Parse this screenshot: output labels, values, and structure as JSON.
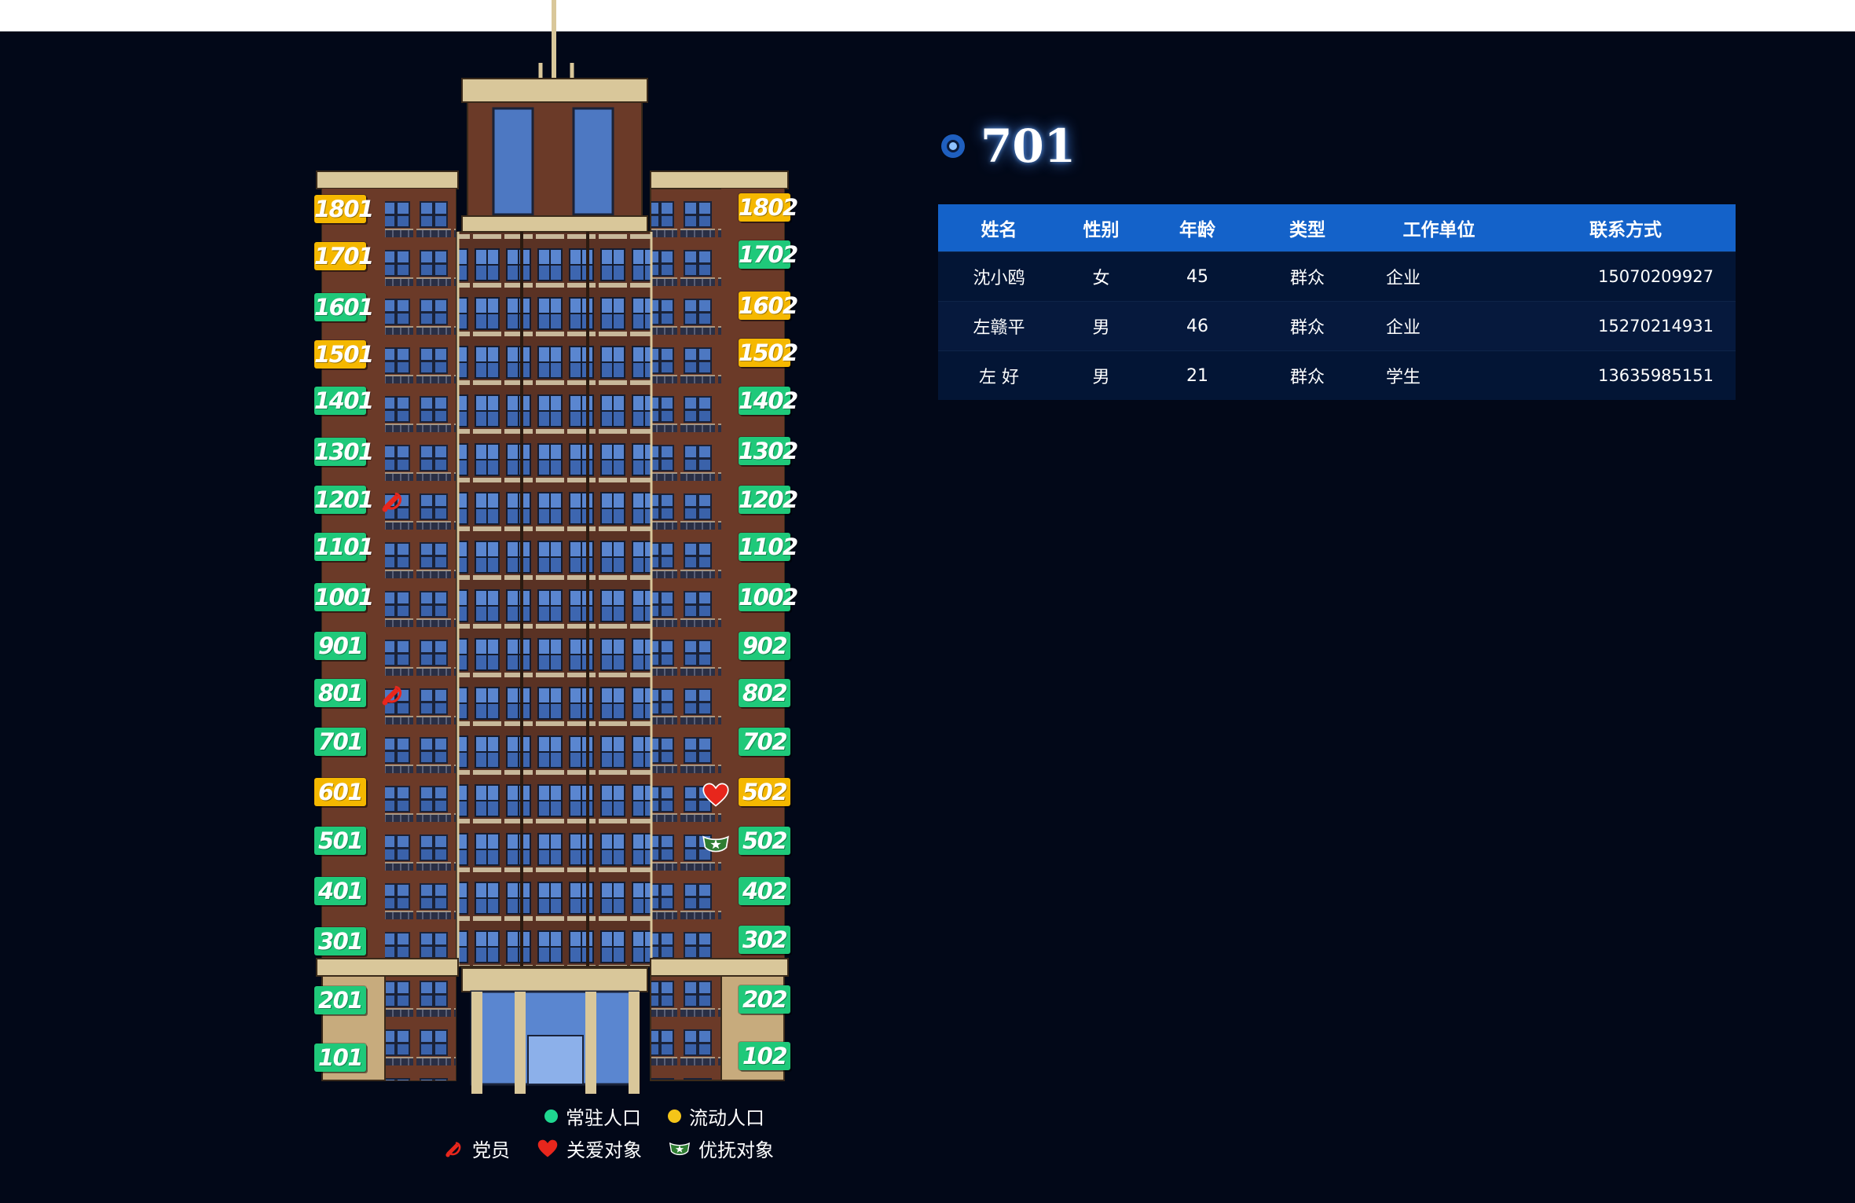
{
  "building": {
    "units_left": [
      {
        "label": "1801",
        "status": "floating"
      },
      {
        "label": "1701",
        "status": "floating"
      },
      {
        "label": "1601",
        "status": "resident"
      },
      {
        "label": "1501",
        "status": "floating"
      },
      {
        "label": "1401",
        "status": "resident"
      },
      {
        "label": "1301",
        "status": "resident"
      },
      {
        "label": "1201",
        "status": "resident"
      },
      {
        "label": "1101",
        "status": "resident"
      },
      {
        "label": "1001",
        "status": "resident"
      },
      {
        "label": "901",
        "status": "resident"
      },
      {
        "label": "801",
        "status": "resident"
      },
      {
        "label": "701",
        "status": "resident"
      },
      {
        "label": "601",
        "status": "floating"
      },
      {
        "label": "501",
        "status": "resident"
      },
      {
        "label": "401",
        "status": "resident"
      },
      {
        "label": "301",
        "status": "resident"
      },
      {
        "label": "201",
        "status": "resident"
      },
      {
        "label": "101",
        "status": "resident"
      }
    ],
    "units_right": [
      {
        "label": "1802",
        "status": "floating"
      },
      {
        "label": "1702",
        "status": "resident"
      },
      {
        "label": "1602",
        "status": "floating"
      },
      {
        "label": "1502",
        "status": "floating"
      },
      {
        "label": "1402",
        "status": "resident"
      },
      {
        "label": "1302",
        "status": "resident"
      },
      {
        "label": "1202",
        "status": "resident"
      },
      {
        "label": "1102",
        "status": "resident"
      },
      {
        "label": "1002",
        "status": "resident"
      },
      {
        "label": "902",
        "status": "resident"
      },
      {
        "label": "802",
        "status": "resident"
      },
      {
        "label": "702",
        "status": "resident"
      },
      {
        "label": "502",
        "status": "floating"
      },
      {
        "label": "502",
        "status": "resident"
      },
      {
        "label": "402",
        "status": "resident"
      },
      {
        "label": "302",
        "status": "resident"
      },
      {
        "label": "202",
        "status": "resident"
      },
      {
        "label": "102",
        "status": "resident"
      }
    ],
    "markers": [
      {
        "unit": "1201",
        "icon": "party-emblem-icon"
      },
      {
        "unit": "801",
        "icon": "party-emblem-icon"
      },
      {
        "unit": "502",
        "icon": "heart-icon"
      },
      {
        "unit": "502",
        "icon": "military-badge-icon"
      }
    ]
  },
  "legend": {
    "resident": "常驻人口",
    "floating": "流动人口",
    "party_member": "党员",
    "care_target": "关爱对象",
    "preferential_target": "优抚对象"
  },
  "colors": {
    "resident": "#1fc97a",
    "floating": "#f5b800",
    "table_header": "#1462c9",
    "background": "#020818"
  },
  "selected": {
    "room": "701"
  },
  "table": {
    "headers": [
      "姓名",
      "性别",
      "年龄",
      "类型",
      "工作单位",
      "联系方式"
    ],
    "rows": [
      [
        "沈小鸥",
        "女",
        "45",
        "群众",
        "企业",
        "15070209927"
      ],
      [
        "左赣平",
        "男",
        "46",
        "群众",
        "企业",
        "15270214931"
      ],
      [
        "左 好",
        "男",
        "21",
        "群众",
        "学生",
        "13635985151"
      ]
    ]
  }
}
